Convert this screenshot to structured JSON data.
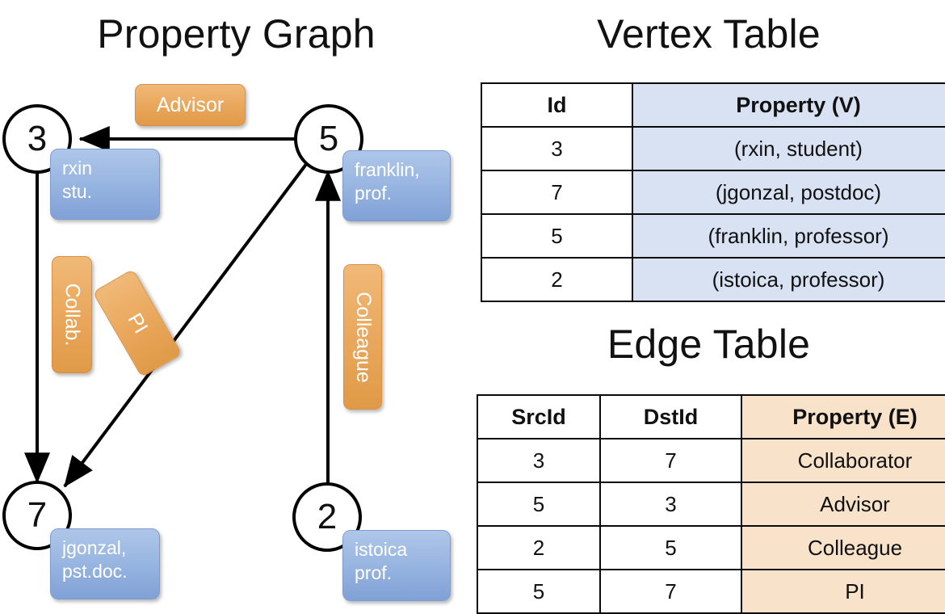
{
  "titles": {
    "property_graph": "Property Graph",
    "vertex_table": "Vertex Table",
    "edge_table": "Edge Table"
  },
  "graph": {
    "nodes": [
      {
        "id": "3",
        "label": "3",
        "prop_line1": "rxin",
        "prop_line2": "stu."
      },
      {
        "id": "5",
        "label": "5",
        "prop_line1": "franklin,",
        "prop_line2": "prof."
      },
      {
        "id": "7",
        "label": "7",
        "prop_line1": "jgonzal,",
        "prop_line2": "pst.doc."
      },
      {
        "id": "2",
        "label": "2",
        "prop_line1": "istoica",
        "prop_line2": "prof."
      }
    ],
    "edge_labels": [
      {
        "key": "advisor",
        "text": "Advisor",
        "orientation": "horizontal"
      },
      {
        "key": "collab",
        "text": "Collab.",
        "orientation": "vertical"
      },
      {
        "key": "pi",
        "text": "PI",
        "orientation": "vertical-tilted"
      },
      {
        "key": "colleague",
        "text": "Colleague",
        "orientation": "vertical"
      }
    ],
    "edges": [
      {
        "from": "5",
        "to": "3",
        "label": "Advisor"
      },
      {
        "from": "3",
        "to": "7",
        "label": "Collab."
      },
      {
        "from": "5",
        "to": "7",
        "label": "PI"
      },
      {
        "from": "2",
        "to": "5",
        "label": "Colleague"
      }
    ]
  },
  "vertex_table": {
    "headers": [
      "Id",
      "Property (V)"
    ],
    "rows": [
      [
        "3",
        "(rxin, student)"
      ],
      [
        "7",
        "(jgonzal, postdoc)"
      ],
      [
        "5",
        "(franklin, professor)"
      ],
      [
        "2",
        "(istoica, professor)"
      ]
    ]
  },
  "edge_table": {
    "headers": [
      "SrcId",
      "DstId",
      "Property (E)"
    ],
    "rows": [
      [
        "3",
        "7",
        "Collaborator"
      ],
      [
        "5",
        "3",
        "Advisor"
      ],
      [
        "2",
        "5",
        "Colleague"
      ],
      [
        "5",
        "7",
        "PI"
      ]
    ]
  },
  "colors": {
    "vertex_property_fill": "#d8e2f3",
    "edge_property_fill": "#f8e2ca",
    "node_box_blue": "#9ab7e2",
    "edge_label_orange": "#eaa85d",
    "stroke": "#000000"
  }
}
